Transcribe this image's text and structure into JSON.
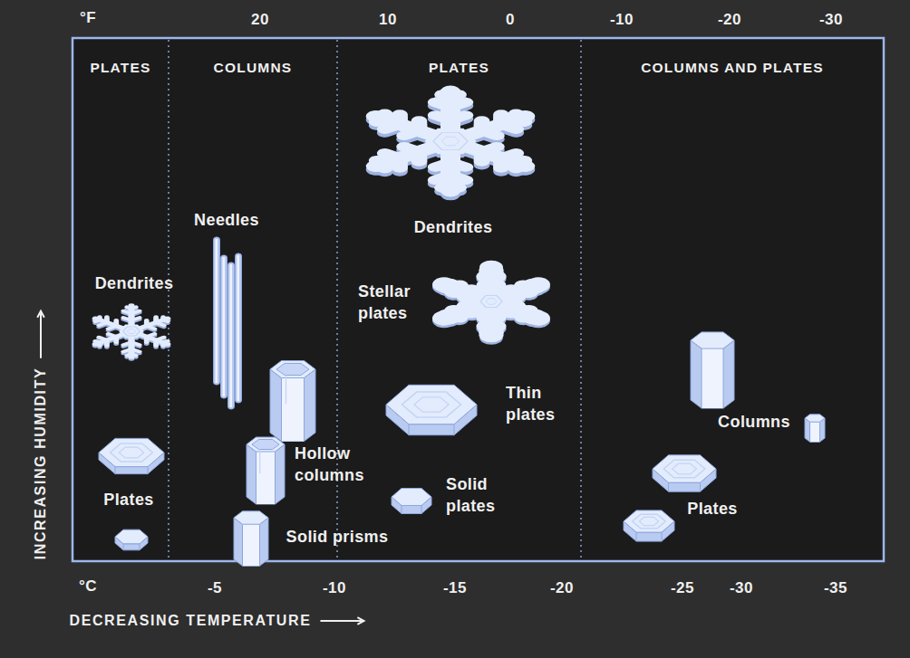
{
  "diagram": {
    "nodes": [
      {
        "text": [
          "PLATES"
        ]
      },
      {
        "text": [
          "COLUMNS"
        ]
      },
      {
        "text": [
          "PLATES"
        ]
      },
      {
        "text": [
          "COLUMNS AND PLATES"
        ]
      }
    ],
    "labels": [
      "°F",
      "20",
      "10",
      "0",
      "-10",
      "-20",
      "-30",
      "°C",
      "-5",
      "-10",
      "-15",
      "-20",
      "-25",
      "-30",
      "-35",
      "INCREASING HUMIDITY",
      "DECREASING TEMPERATURE",
      "Dendrites",
      "Plates",
      "Needles",
      "Hollow columns",
      "Solid prisms",
      "Dendrites",
      "Stellar plates",
      "Thin plates",
      "Solid plates",
      "Columns",
      "Plates"
    ]
  }
}
